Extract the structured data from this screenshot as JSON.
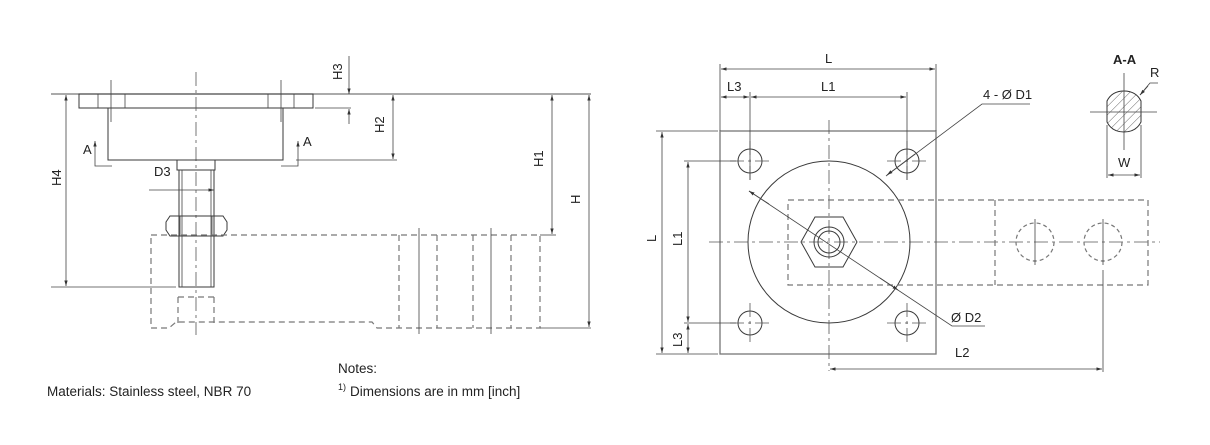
{
  "side_view": {
    "labels": {
      "h": "H",
      "h1": "H1",
      "h2": "H2",
      "h3": "H3",
      "h4": "H4",
      "d3": "D3",
      "section_left": "A",
      "section_right": "A"
    }
  },
  "top_view": {
    "labels": {
      "l_top": "L",
      "l1_top": "L1",
      "l3_top": "L3",
      "l_left": "L",
      "l1_left": "L1",
      "l3_left": "L3",
      "l2": "L2",
      "d1": "4 - Ø D1",
      "d2": "Ø D2"
    }
  },
  "section_aa": {
    "title": "A-A",
    "labels": {
      "r": "R",
      "w": "W"
    }
  },
  "footer": {
    "materials": "Materials: Stainless steel, NBR 70",
    "notes_title": "Notes:",
    "note_marker": "1)",
    "note_1": "Dimensions are in mm [inch]"
  }
}
